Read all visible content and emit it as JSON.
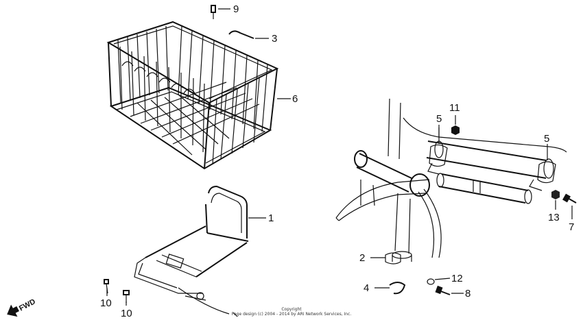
{
  "callouts": {
    "c1": "1",
    "c2": "2",
    "c3": "3",
    "c4": "4",
    "c5a": "5",
    "c5b": "5",
    "c6": "6",
    "c7": "7",
    "c8": "8",
    "c9": "9",
    "c10a": "10",
    "c10b": "10",
    "c11": "11",
    "c12": "12",
    "c13": "13"
  },
  "direction_label": "FWD",
  "copyright": {
    "line1": "Copyright",
    "line2": "Page design (c) 2004 - 2014 by ARI Network Services, Inc."
  }
}
